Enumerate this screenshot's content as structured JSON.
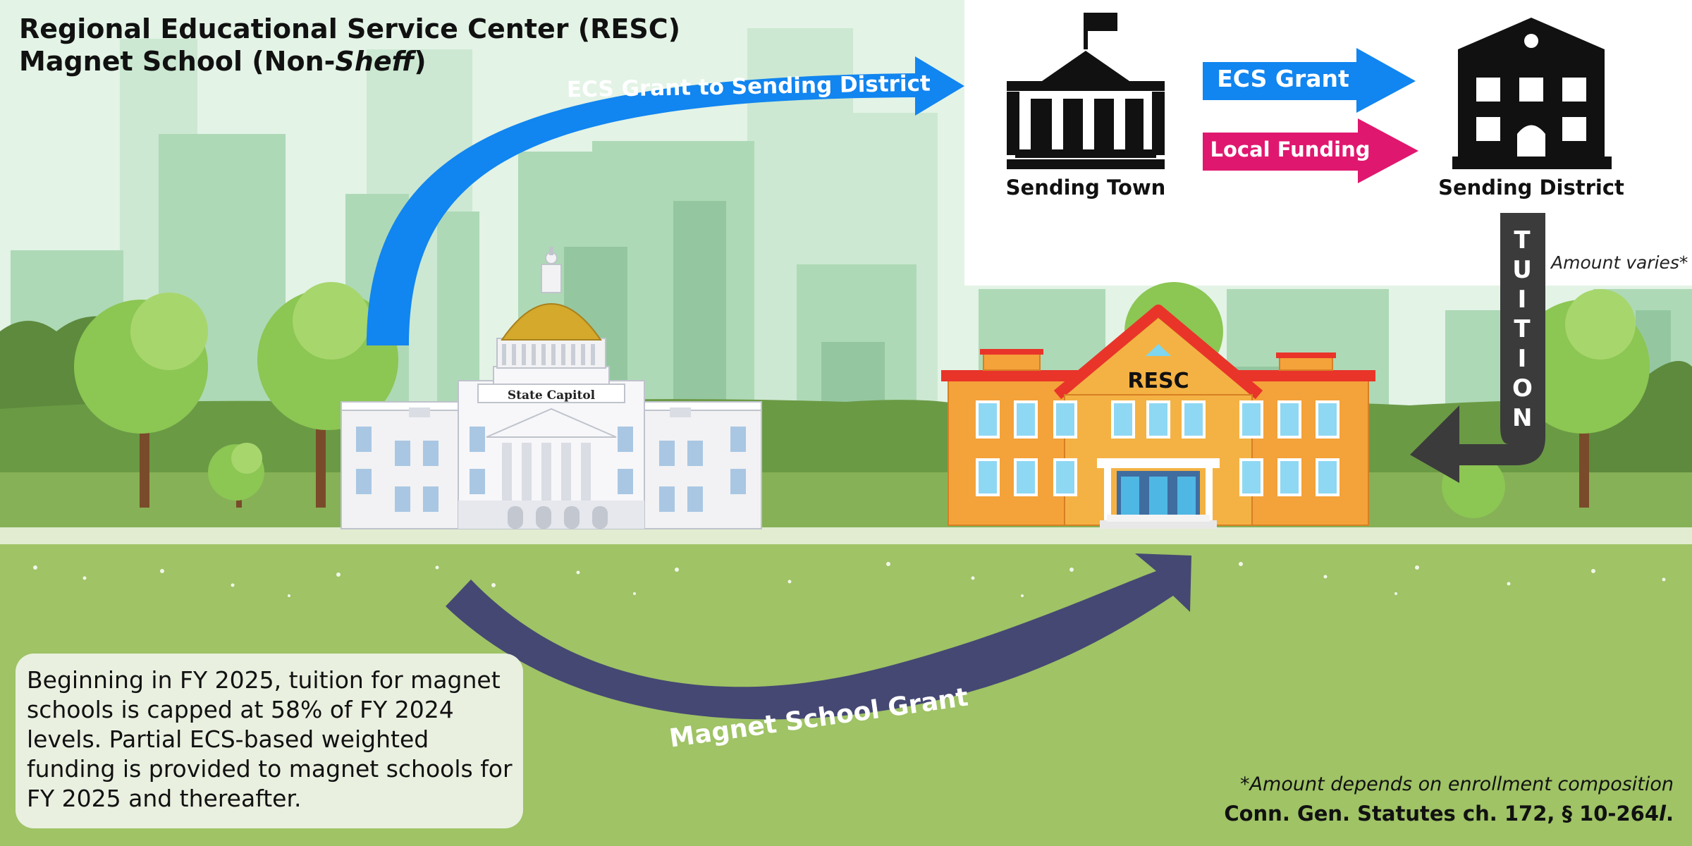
{
  "title": {
    "line1": "Regional Educational Service Center (RESC)",
    "line2_prefix": "Magnet School (Non-",
    "line2_italic": "Sheff",
    "line2_suffix": ")"
  },
  "nodes": {
    "state_capitol_sign": "State Capitol",
    "resc_sign": "RESC",
    "sending_town": "Sending Town",
    "sending_district": "Sending District"
  },
  "flows": {
    "ecs_to_district": "ECS Grant to Sending District",
    "ecs_grant": "ECS Grant",
    "local_funding": "Local Funding",
    "tuition": [
      "T",
      "U",
      "I",
      "T",
      "I",
      "O",
      "N"
    ],
    "tuition_note": "Amount varies*",
    "magnet_grant": "Magnet School Grant"
  },
  "note": "Beginning in FY 2025, tuition for magnet schools is capped at 58% of FY 2024 levels. Partial ECS-based weighted funding is provided to magnet schools for FY 2025 and thereafter.",
  "footnote": "*Amount depends on enrollment composition",
  "citation": {
    "prefix": "Conn. Gen. Statutes ch. 172, § 10-264",
    "italic": "l",
    "suffix": "."
  },
  "colors": {
    "ecs_blue": "#1185f0",
    "local_pink": "#e0176f",
    "magnet_navy": "#454873",
    "tuition_gray": "#3b3b3b",
    "grass": "#9fc365",
    "resc_orange": "#f4a23a",
    "capitol_dome": "#d4a92c"
  },
  "icons": [
    "town-hall-icon",
    "school-building-icon"
  ]
}
